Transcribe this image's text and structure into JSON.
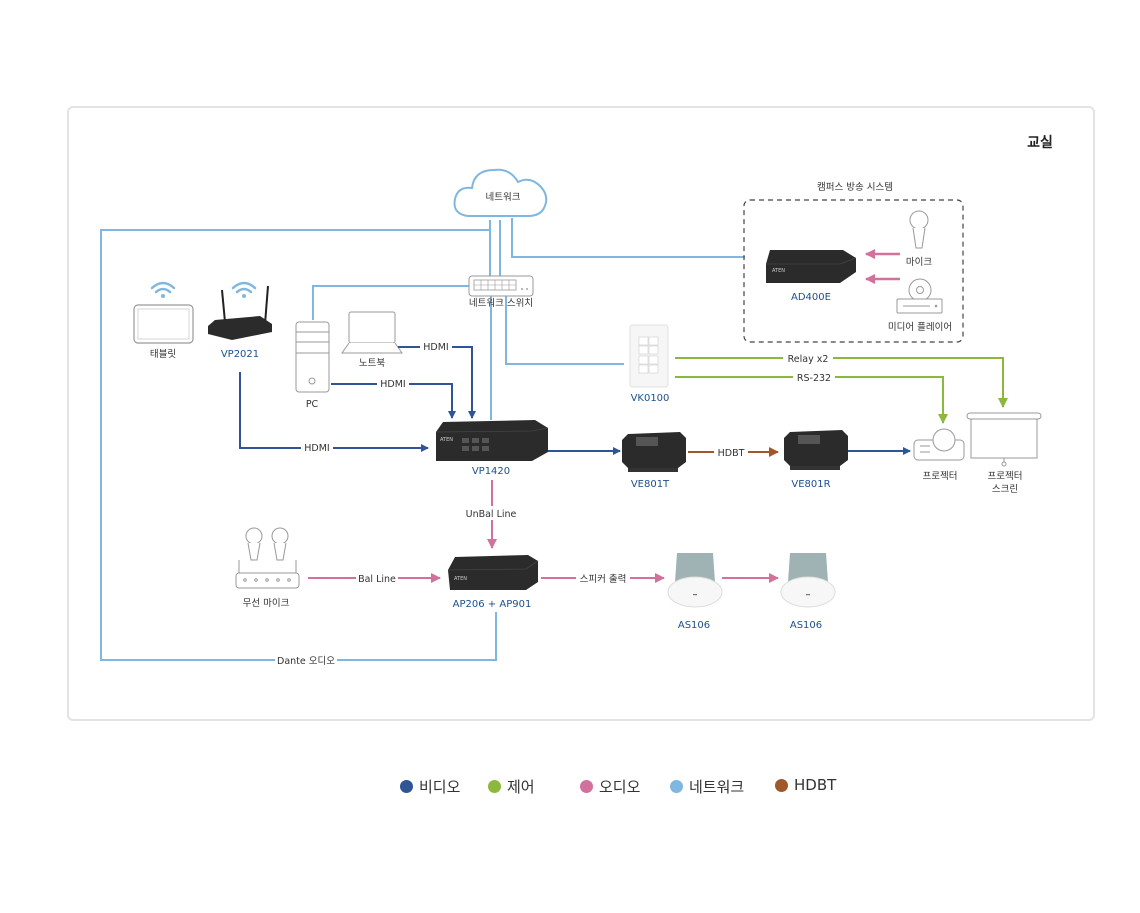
{
  "title": "교실",
  "cloud": {
    "label": "네트워크"
  },
  "campus_system": {
    "label": "캠퍼스 방송 시스템"
  },
  "devices": {
    "network_switch": "네트워크 스위치",
    "ad400e": "AD400E",
    "mic": "마이크",
    "media_player": "미디어 플레이어",
    "tablet": "태블릿",
    "vp2021": "VP2021",
    "pc": "PC",
    "laptop": "노트북",
    "vk0100": "VK0100",
    "vp1420": "VP1420",
    "ve801t": "VE801T",
    "ve801r": "VE801R",
    "projector": "프로젝터",
    "screen_line1": "프로젝터",
    "screen_line2": "스크린",
    "wireless_mic": "무선 마이크",
    "ap206": "AP206 + AP901",
    "as106_a": "AS106",
    "as106_b": "AS106"
  },
  "connections": {
    "hdmi_laptop": "HDMI",
    "hdmi_pc": "HDMI",
    "hdmi_vp2021": "HDMI",
    "relay": "Relay x2",
    "rs232": "RS-232",
    "hdbt": "HDBT",
    "unbal": "UnBal Line",
    "bal": "Bal Line",
    "speaker_out": "스피커 출력",
    "dante": "Dante 오디오"
  },
  "colors": {
    "video": "#2f5597",
    "control": "#8db83e",
    "audio": "#d2719b",
    "network": "#7fb7e0",
    "hdbt": "#a0572a"
  },
  "legend": [
    {
      "label": "비디오",
      "color": "#2f5597"
    },
    {
      "label": "제어",
      "color": "#8db83e"
    },
    {
      "label": "오디오",
      "color": "#d2719b"
    },
    {
      "label": "네트워크",
      "color": "#7fb7e0"
    },
    {
      "label": "HDBT",
      "color": "#a0572a"
    }
  ]
}
